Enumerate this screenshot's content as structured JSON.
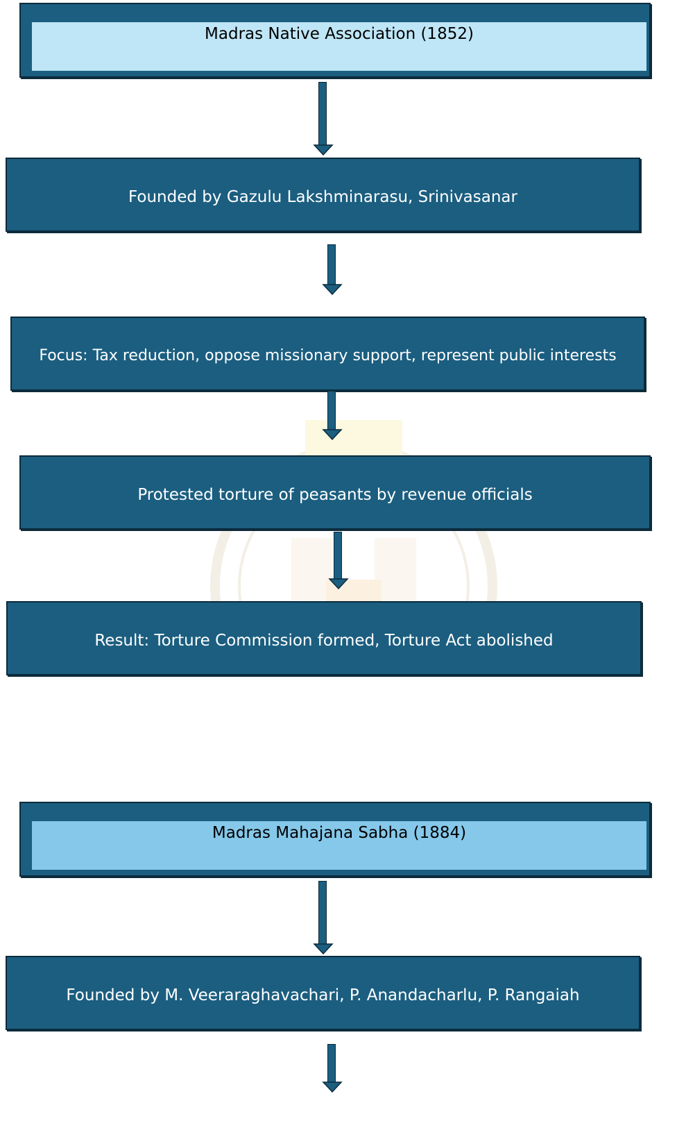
{
  "flowchart_1": {
    "header": "Madras Native Association (1852)",
    "steps": [
      "Founded by Gazulu Lakshminarasu, Srinivasanar",
      "Focus: Tax reduction, oppose missionary  support, represent public interests",
      "Protested torture of peasants by revenue officials",
      "Result: Torture Commission formed, Torture Act abolished"
    ]
  },
  "flowchart_2": {
    "header": "Madras Mahajana Sabha (1884)",
    "steps": [
      "Founded by M. Veeraraghavachari, P. Anandacharlu, P. Rangaiah"
    ]
  },
  "colors": {
    "box_fill": "#1b5e80",
    "box_border": "#0c2b3b",
    "header_fill_1": "#bfe6f6",
    "header_fill_2": "#85c8ea",
    "text_light": "#ffffff",
    "text_dark": "#000000"
  }
}
